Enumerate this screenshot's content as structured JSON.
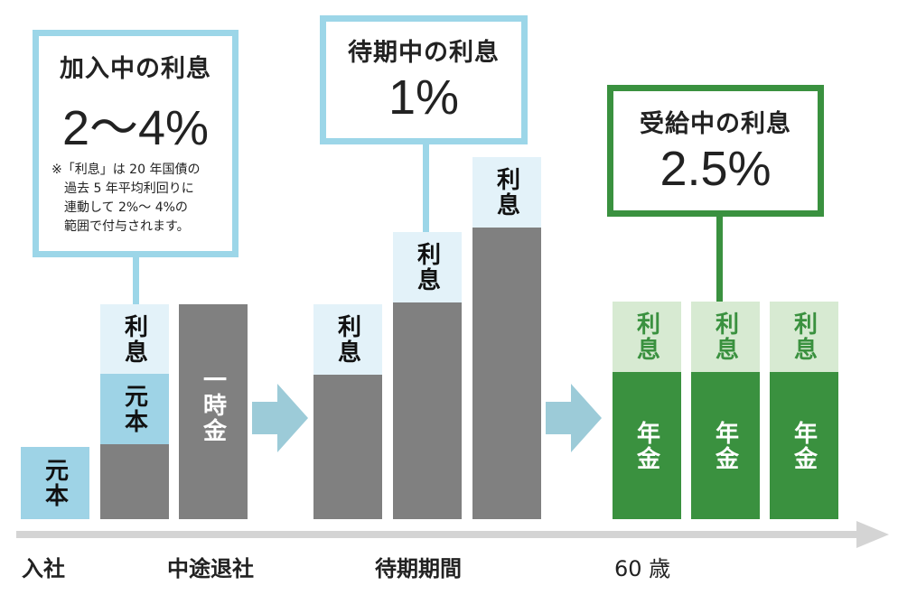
{
  "colors": {
    "blue_border": "#9cd6e8",
    "green": "#3a913f",
    "gray": "#808080",
    "light_blue": "#e3f2f9",
    "light_green": "#d7ead2",
    "arrow": "#9ccbd8",
    "axis": "#d4d4d4"
  },
  "callouts": {
    "joining": {
      "title": "加入中の利息",
      "rate": "2〜4%",
      "note_lines": [
        "※「利息」は 20 年国債の",
        "過去 5 年平均利回りに",
        "連動して 2%〜 4%の",
        "範囲で付与されます。"
      ]
    },
    "waiting": {
      "title": "待期中の利息",
      "rate": "1%"
    },
    "receiving": {
      "title": "受給中の利息",
      "rate": "2.5%"
    }
  },
  "blocks": {
    "principal": "元本",
    "interest": "利息",
    "lump_sum": "一時金",
    "pension": "年金"
  },
  "axis": {
    "labels": [
      "入社",
      "中途退社",
      "待期期間",
      "60 歳"
    ]
  }
}
